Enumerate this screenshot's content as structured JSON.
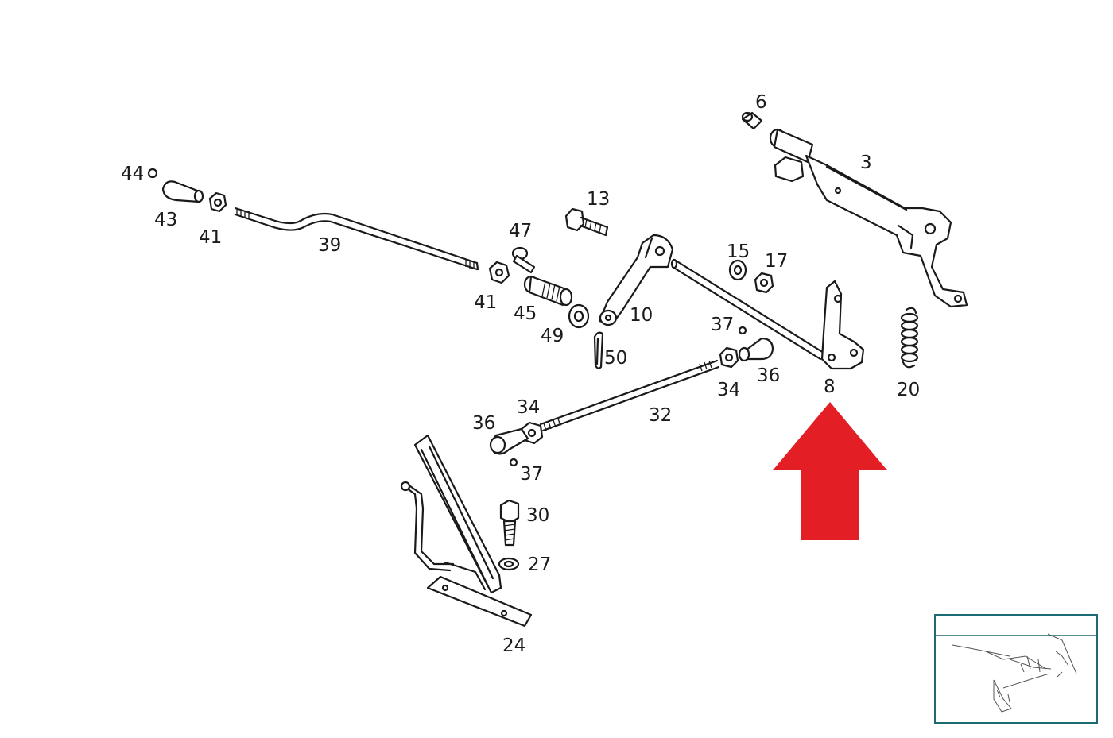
{
  "diagram": {
    "labels": {
      "l3": "3",
      "l6": "6",
      "l8": "8",
      "l10": "10",
      "l13": "13",
      "l15": "15",
      "l17": "17",
      "l20": "20",
      "l24": "24",
      "l27": "27",
      "l30": "30",
      "l32": "32",
      "l34a": "34",
      "l34b": "34",
      "l36a": "36",
      "l36b": "36",
      "l37a": "37",
      "l37b": "37",
      "l39": "39",
      "l41a": "41",
      "l41b": "41",
      "l43": "43",
      "l44": "44",
      "l45": "45",
      "l47": "47",
      "l49": "49",
      "l50": "50"
    },
    "highlight": {
      "part": "8",
      "arrow_color": "#e31e24"
    },
    "thumbnail": {
      "border_color": "#1b6b73"
    }
  }
}
